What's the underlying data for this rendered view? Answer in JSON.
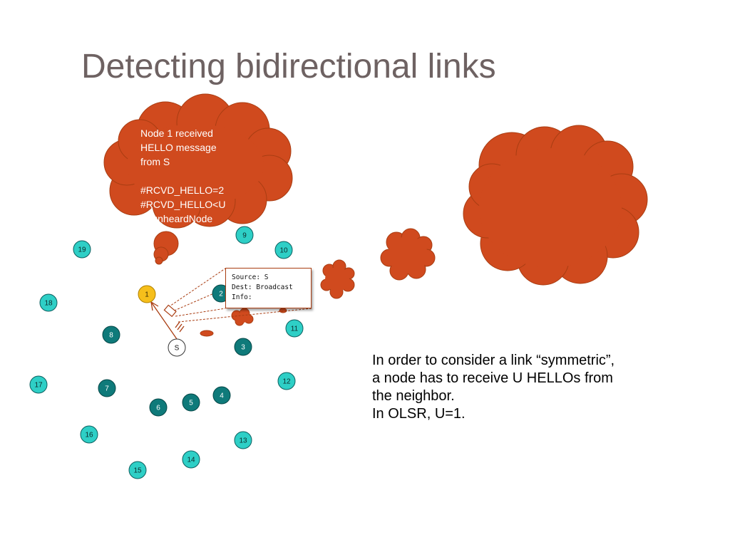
{
  "slide": {
    "title": "Detecting bidirectional links",
    "thought_bubble": {
      "lines": [
        "Node 1 received",
        "HELLO message",
        "from S",
        "",
        "#RCVD_HELLO=2",
        "#RCVD_HELLO<U",
        "=>unheardNode"
      ]
    },
    "packet": {
      "lines": [
        "Source: S",
        "Dest: Broadcast",
        "Info:"
      ]
    },
    "caption": {
      "lines": [
        "In order to consider a link “symmetric”,",
        "a node has to receive U HELLOs from",
        "the neighbor.",
        "In OLSR, U=1."
      ]
    }
  },
  "colors": {
    "cloud": "#d04a1e",
    "cloud_outline": "#a93d12",
    "node_light": "#2ecfc6",
    "node_dark": "#0f7a7a",
    "node_highlight": "#f6bf1b",
    "node_source": "#ffffff"
  },
  "network": {
    "nodes": [
      {
        "id": "9",
        "style": "light"
      },
      {
        "id": "19",
        "style": "light"
      },
      {
        "id": "10",
        "style": "light"
      },
      {
        "id": "1",
        "style": "highlight"
      },
      {
        "id": "2",
        "style": "dark"
      },
      {
        "id": "18",
        "style": "light"
      },
      {
        "id": "11",
        "style": "light"
      },
      {
        "id": "8",
        "style": "dark"
      },
      {
        "id": "S",
        "style": "source"
      },
      {
        "id": "3",
        "style": "dark"
      },
      {
        "id": "12",
        "style": "light"
      },
      {
        "id": "17",
        "style": "light"
      },
      {
        "id": "7",
        "style": "dark"
      },
      {
        "id": "4",
        "style": "dark"
      },
      {
        "id": "5",
        "style": "dark"
      },
      {
        "id": "6",
        "style": "dark"
      },
      {
        "id": "16",
        "style": "light"
      },
      {
        "id": "13",
        "style": "light"
      },
      {
        "id": "14",
        "style": "light"
      },
      {
        "id": "15",
        "style": "light"
      }
    ]
  }
}
